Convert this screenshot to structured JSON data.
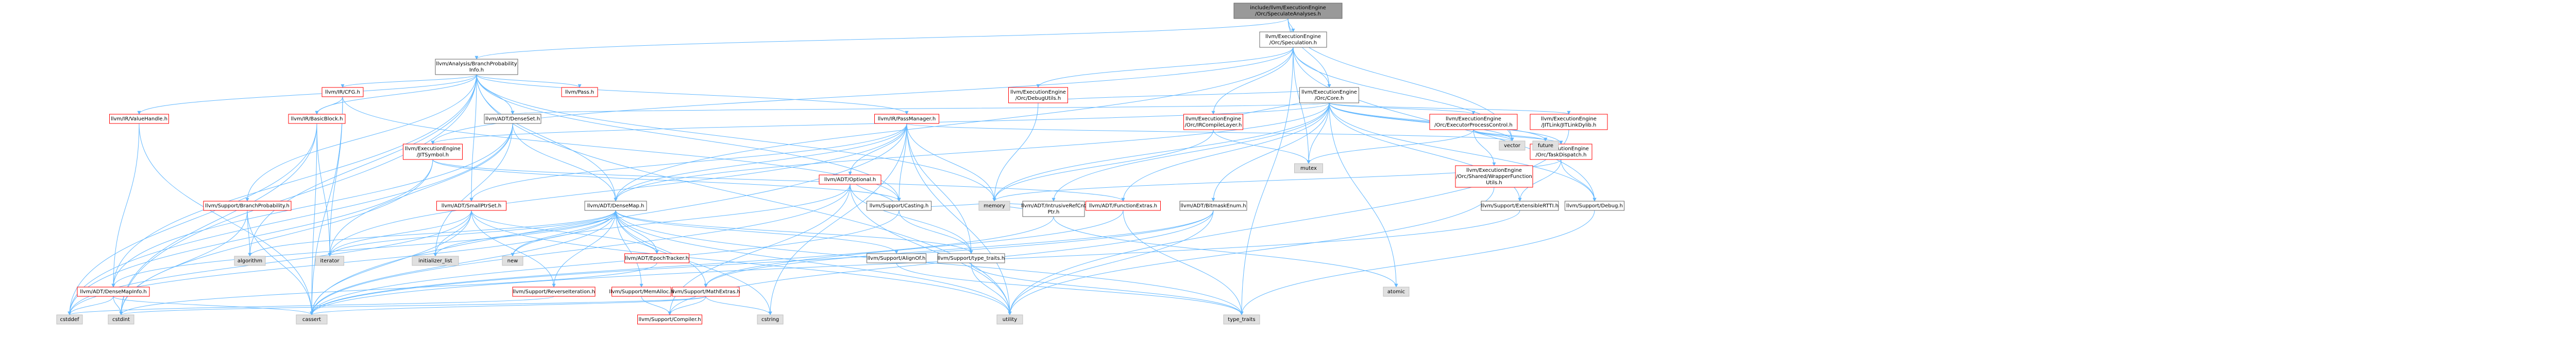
{
  "graph": {
    "nodes": [
      {
        "id": "root",
        "lines": [
          "include/llvm/ExecutionEngine",
          "/Orc/SpeculateAnalyses.h"
        ],
        "kind": "root"
      },
      {
        "id": "bpi",
        "lines": [
          "llvm/Analysis/BranchProbability",
          "Info.h"
        ],
        "kind": "normal"
      },
      {
        "id": "spec",
        "lines": [
          "llvm/ExecutionEngine",
          "/Orc/Speculation.h"
        ],
        "kind": "normal"
      },
      {
        "id": "cfg",
        "lines": [
          "llvm/IR/CFG.h"
        ],
        "kind": "red"
      },
      {
        "id": "pass",
        "lines": [
          "llvm/Pass.h"
        ],
        "kind": "red"
      },
      {
        "id": "valuehandle",
        "lines": [
          "llvm/IR/ValueHandle.h"
        ],
        "kind": "red"
      },
      {
        "id": "basicblock",
        "lines": [
          "llvm/IR/BasicBlock.h"
        ],
        "kind": "red"
      },
      {
        "id": "densemapinfo",
        "lines": [
          "llvm/ADT/DenseMapInfo.h"
        ],
        "kind": "red"
      },
      {
        "id": "jitsymbol",
        "lines": [
          "llvm/ExecutionEngine",
          "/JITSymbol.h"
        ],
        "kind": "red"
      },
      {
        "id": "branchprob",
        "lines": [
          "llvm/Support/BranchProbability.h"
        ],
        "kind": "red"
      },
      {
        "id": "smallptrset",
        "lines": [
          "llvm/ADT/SmallPtrSet.h"
        ],
        "kind": "red"
      },
      {
        "id": "denseset",
        "lines": [
          "llvm/ADT/DenseSet.h"
        ],
        "kind": "normal"
      },
      {
        "id": "densemap",
        "lines": [
          "llvm/ADT/DenseMap.h"
        ],
        "kind": "normal"
      },
      {
        "id": "passmanager",
        "lines": [
          "llvm/IR/PassManager.h"
        ],
        "kind": "red"
      },
      {
        "id": "optional",
        "lines": [
          "llvm/ADT/Optional.h"
        ],
        "kind": "red"
      },
      {
        "id": "casting",
        "lines": [
          "llvm/Support/Casting.h"
        ],
        "kind": "normal"
      },
      {
        "id": "debugutils",
        "lines": [
          "llvm/ExecutionEngine",
          "/Orc/DebugUtils.h"
        ],
        "kind": "red"
      },
      {
        "id": "irlayer",
        "lines": [
          "llvm/ExecutionEngine",
          "/Orc/IRCompileLayer.h"
        ],
        "kind": "red"
      },
      {
        "id": "core",
        "lines": [
          "llvm/ExecutionEngine",
          "/Orc/Core.h"
        ],
        "kind": "normal"
      },
      {
        "id": "intrusive",
        "lines": [
          "llvm/ADT/IntrusiveRefCnt",
          "Ptr.h"
        ],
        "kind": "normal"
      },
      {
        "id": "functionextras",
        "lines": [
          "llvm/ADT/FunctionExtras.h"
        ],
        "kind": "red"
      },
      {
        "id": "bitmaskenum",
        "lines": [
          "llvm/ADT/BitmaskEnum.h"
        ],
        "kind": "normal"
      },
      {
        "id": "epc",
        "lines": [
          "llvm/ExecutionEngine",
          "/Orc/ExecutorProcessControl.h"
        ],
        "kind": "red"
      },
      {
        "id": "shared",
        "lines": [
          "llvm/ExecutionEngine",
          "/Orc/Shared/WrapperFunction",
          "Utils.h"
        ],
        "kind": "red"
      },
      {
        "id": "jitlink",
        "lines": [
          "llvm/ExecutionEngine",
          "/JITLink/JITLinkDylib.h"
        ],
        "kind": "red"
      },
      {
        "id": "taskdispatch",
        "lines": [
          "llvm/ExecutionEngine",
          "/Orc/TaskDispatch.h"
        ],
        "kind": "red"
      },
      {
        "id": "extrtti",
        "lines": [
          "llvm/Support/ExtensibleRTTI.h"
        ],
        "kind": "normal"
      },
      {
        "id": "debug",
        "lines": [
          "llvm/Support/Debug.h"
        ],
        "kind": "normal"
      },
      {
        "id": "mathextras",
        "lines": [
          "llvm/Support/MathExtras.h"
        ],
        "kind": "red"
      },
      {
        "id": "memalloc",
        "lines": [
          "llvm/Support/MemAlloc.h"
        ],
        "kind": "red"
      },
      {
        "id": "reverseiter",
        "lines": [
          "llvm/Support/ReverseIteration.h"
        ],
        "kind": "red"
      },
      {
        "id": "epochtracker",
        "lines": [
          "llvm/ADT/EpochTracker.h"
        ],
        "kind": "red"
      },
      {
        "id": "alignof",
        "lines": [
          "llvm/Support/AlignOf.h"
        ],
        "kind": "normal"
      },
      {
        "id": "typetraits",
        "lines": [
          "llvm/Support/type_traits.h"
        ],
        "kind": "normal"
      },
      {
        "id": "compiler",
        "lines": [
          "llvm/Support/Compiler.h"
        ],
        "kind": "red"
      },
      {
        "id": "cstddef",
        "lines": [
          "cstddef"
        ],
        "kind": "std"
      },
      {
        "id": "cstdint",
        "lines": [
          "cstdint"
        ],
        "kind": "std"
      },
      {
        "id": "cassert",
        "lines": [
          "cassert"
        ],
        "kind": "std"
      },
      {
        "id": "algorithm",
        "lines": [
          "algorithm"
        ],
        "kind": "std"
      },
      {
        "id": "iterator",
        "lines": [
          "iterator"
        ],
        "kind": "std"
      },
      {
        "id": "initlist",
        "lines": [
          "initializer_list"
        ],
        "kind": "std"
      },
      {
        "id": "new",
        "lines": [
          "new"
        ],
        "kind": "std"
      },
      {
        "id": "cstring",
        "lines": [
          "cstring"
        ],
        "kind": "std"
      },
      {
        "id": "utility",
        "lines": [
          "utility"
        ],
        "kind": "std"
      },
      {
        "id": "typetraitsstd",
        "lines": [
          "type_traits"
        ],
        "kind": "std"
      },
      {
        "id": "memory",
        "lines": [
          "memory"
        ],
        "kind": "std"
      },
      {
        "id": "mutex",
        "lines": [
          "mutex"
        ],
        "kind": "std"
      },
      {
        "id": "vector",
        "lines": [
          "vector"
        ],
        "kind": "std"
      },
      {
        "id": "future",
        "lines": [
          "future"
        ],
        "kind": "std"
      },
      {
        "id": "atomic",
        "lines": [
          "atomic"
        ],
        "kind": "std"
      }
    ]
  },
  "colors": {
    "root_fill": "#999999",
    "box_stroke_normal": "#666666",
    "box_stroke_red": "#ff0000",
    "box_stroke_std": "#bfbfbf",
    "box_fill_std": "#e0e0e0",
    "edge": "#63b8ff",
    "text": "#000000"
  }
}
